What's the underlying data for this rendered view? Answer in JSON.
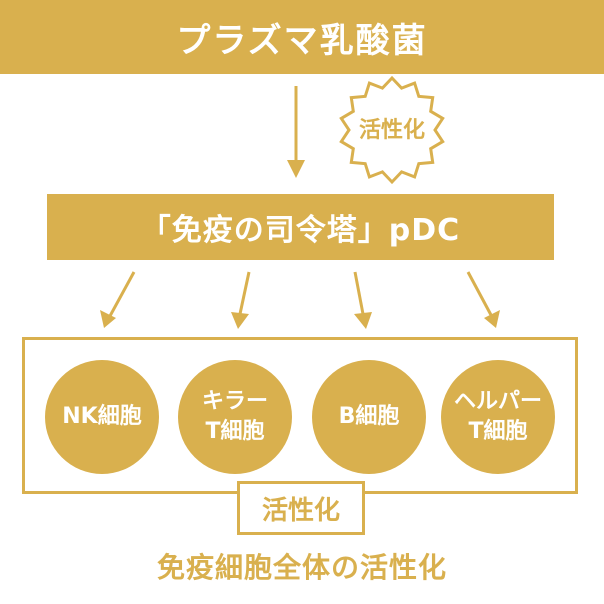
{
  "colors": {
    "accent": "#d9b04e",
    "text_on_accent": "#ffffff",
    "background": "#ffffff"
  },
  "top_banner": {
    "label": "プラズマ乳酸菌"
  },
  "activation_badge": {
    "label": "活性化",
    "icon": "starburst-badge-icon"
  },
  "mid_banner": {
    "label": "「免疫の司令塔」pDC"
  },
  "cells": [
    {
      "lines": [
        "NK細胞"
      ]
    },
    {
      "lines": [
        "キラー",
        "T細胞"
      ]
    },
    {
      "lines": [
        "B細胞"
      ]
    },
    {
      "lines": [
        "ヘルパー",
        "T細胞"
      ]
    }
  ],
  "activation_label": {
    "label": "活性化"
  },
  "bottom_caption": {
    "label": "免疫細胞全体の活性化"
  }
}
